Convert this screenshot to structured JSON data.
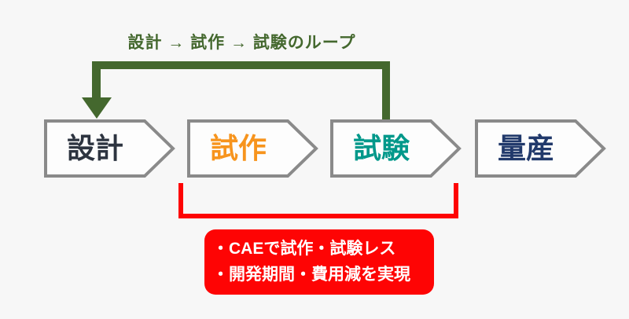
{
  "colors": {
    "background": "#f7f7f7",
    "loop_green": "#44682e",
    "bracket_red": "#fe0404",
    "callout_bg": "#fe0404",
    "callout_text": "#ffffff",
    "chevron_border": "#8a8a8a",
    "chevron_fill": "#fdfdfd"
  },
  "loop": {
    "label": "設計 → 試作 → 試験のループ"
  },
  "stages": [
    {
      "id": "design",
      "label": "設計",
      "color": "#2d3440"
    },
    {
      "id": "prototype",
      "label": "試作",
      "color": "#f7941d"
    },
    {
      "id": "test",
      "label": "試験",
      "color": "#00988a"
    },
    {
      "id": "mass-production",
      "label": "量産",
      "color": "#21396b"
    }
  ],
  "callout": {
    "lines": [
      "・CAEで試作・試験レス",
      "・開発期間・費用減を実現"
    ]
  }
}
